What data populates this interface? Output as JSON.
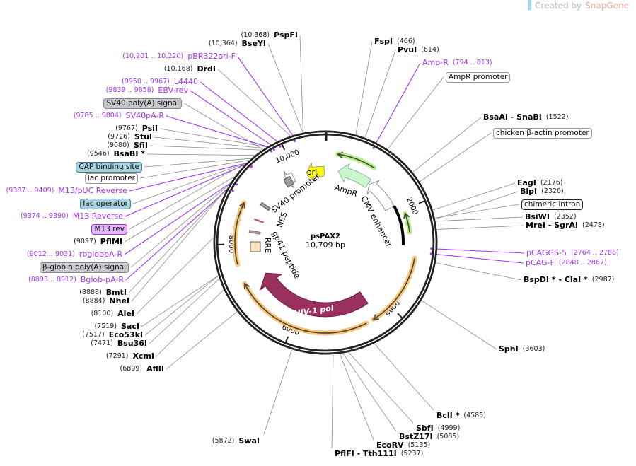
{
  "branding": {
    "prefix": "Created by",
    "brand": "SnapGene"
  },
  "plasmid": {
    "name": "psPAX2",
    "length": "10,709 bp"
  },
  "ticks": [
    "2000",
    "4000",
    "6000",
    "8000",
    "10,000"
  ],
  "features": {
    "ori": "ori",
    "ampr": "AmpR",
    "cmv": "CMV enhancer",
    "sv40": "SV40 promoter",
    "nes": "NES",
    "gp41": "gp41 peptide",
    "rre": "RRE",
    "pol": "HIV-1 pol"
  },
  "colors": {
    "ori": "#ffff00",
    "ampr": "#ccf7cc",
    "pol": "#99305e",
    "rre": "#fde0bd",
    "orange": "#f7c57a",
    "green": "#b5ee8e",
    "primer": "#a534f5"
  },
  "labels": [
    {
      "type": "enzyme",
      "name": "PspFI",
      "loc": "(10,368)"
    },
    {
      "type": "enzyme",
      "name": "BseYI",
      "loc": "(10,364)"
    },
    {
      "type": "primer",
      "name": "pBR322ori-F",
      "loc": "(10,201 .. 10,220)"
    },
    {
      "type": "enzyme",
      "name": "DrdI",
      "loc": "(10,168)"
    },
    {
      "type": "primer",
      "name": "L4440",
      "loc": "(9950 .. 9967)"
    },
    {
      "type": "primer",
      "name": "EBV-rev",
      "loc": "(9839 .. 9858)"
    },
    {
      "type": "feature",
      "name": "SV40 poly(A) signal",
      "style": "gray"
    },
    {
      "type": "primer",
      "name": "SV40pA-R",
      "loc": "(9785 .. 9804)"
    },
    {
      "type": "enzyme",
      "name": "PsiI",
      "loc": "(9767)"
    },
    {
      "type": "enzyme",
      "name": "StuI",
      "loc": "(9726)"
    },
    {
      "type": "enzyme",
      "name": "SfiI",
      "loc": "(9680)"
    },
    {
      "type": "enzyme",
      "name": "BsaBI *",
      "loc": "(9546)"
    },
    {
      "type": "feature",
      "name": "CAP binding site",
      "style": "teal"
    },
    {
      "type": "feature",
      "name": "lac promoter",
      "style": "white"
    },
    {
      "type": "primer",
      "name": "M13/pUC Reverse",
      "loc": "(9387 .. 9409)"
    },
    {
      "type": "feature",
      "name": "lac operator",
      "style": "teal"
    },
    {
      "type": "primer",
      "name": "M13 Reverse",
      "loc": "(9374 .. 9390)"
    },
    {
      "type": "feature",
      "name": "M13 rev",
      "style": "purple"
    },
    {
      "type": "enzyme",
      "name": "PflMI",
      "loc": "(9097)"
    },
    {
      "type": "primer",
      "name": "rbglobpA-R",
      "loc": "(9012 .. 9031)"
    },
    {
      "type": "feature",
      "name": "β-globin poly(A) signal",
      "style": "gray"
    },
    {
      "type": "primer",
      "name": "Bglob-pA-R",
      "loc": "(8893 .. 8912)"
    },
    {
      "type": "enzyme",
      "name": "BmtI",
      "loc": "(8888)"
    },
    {
      "type": "enzyme",
      "name": "NheI",
      "loc": "(8884)"
    },
    {
      "type": "enzyme",
      "name": "AleI",
      "loc": "(8100)"
    },
    {
      "type": "enzyme",
      "name": "SacI",
      "loc": "(7519)"
    },
    {
      "type": "enzyme",
      "name": "Eco53kI",
      "loc": "(7517)"
    },
    {
      "type": "enzyme",
      "name": "Bsu36I",
      "loc": "(7471)"
    },
    {
      "type": "enzyme",
      "name": "XcmI",
      "loc": "(7291)"
    },
    {
      "type": "enzyme",
      "name": "AflII",
      "loc": "(6899)"
    },
    {
      "type": "enzyme",
      "name": "SwaI",
      "loc": "(5872)"
    },
    {
      "type": "enzyme",
      "name": "FspI",
      "loc": "(466)"
    },
    {
      "type": "enzyme",
      "name": "PvuI",
      "loc": "(614)"
    },
    {
      "type": "primer",
      "name": "Amp-R",
      "loc": "(794 .. 813)"
    },
    {
      "type": "feature",
      "name": "AmpR promoter",
      "style": "white"
    },
    {
      "type": "enzyme",
      "name": "BsaAI  - SnaBI",
      "loc": "(1522)"
    },
    {
      "type": "feature",
      "name": "chicken β-actin promoter",
      "style": "white"
    },
    {
      "type": "enzyme",
      "name": "EagI",
      "loc": "(2176)"
    },
    {
      "type": "enzyme",
      "name": "BlpI",
      "loc": "(2320)"
    },
    {
      "type": "feature",
      "name": "chimeric intron",
      "style": "dark"
    },
    {
      "type": "enzyme",
      "name": "BsiWI",
      "loc": "(2352)"
    },
    {
      "type": "enzyme",
      "name": "MreI  - SgrAI",
      "loc": "(2478)"
    },
    {
      "type": "primer",
      "name": "pCAGGS-5",
      "loc": "(2764 .. 2786)"
    },
    {
      "type": "primer",
      "name": "pCAG-F",
      "loc": "(2848 .. 2867)"
    },
    {
      "type": "enzyme",
      "name": "BspDI *  - ClaI *",
      "loc": "(2987)"
    },
    {
      "type": "enzyme",
      "name": "SphI",
      "loc": "(3603)"
    },
    {
      "type": "enzyme",
      "name": "BclI *",
      "loc": "(4585)"
    },
    {
      "type": "enzyme",
      "name": "SbfI",
      "loc": "(4999)"
    },
    {
      "type": "enzyme",
      "name": "BstZ17I",
      "loc": "(5085)"
    },
    {
      "type": "enzyme",
      "name": "EcoRV",
      "loc": "(5135)"
    },
    {
      "type": "enzyme",
      "name": "PflFI  - Tth111I",
      "loc": "(5237)"
    }
  ]
}
